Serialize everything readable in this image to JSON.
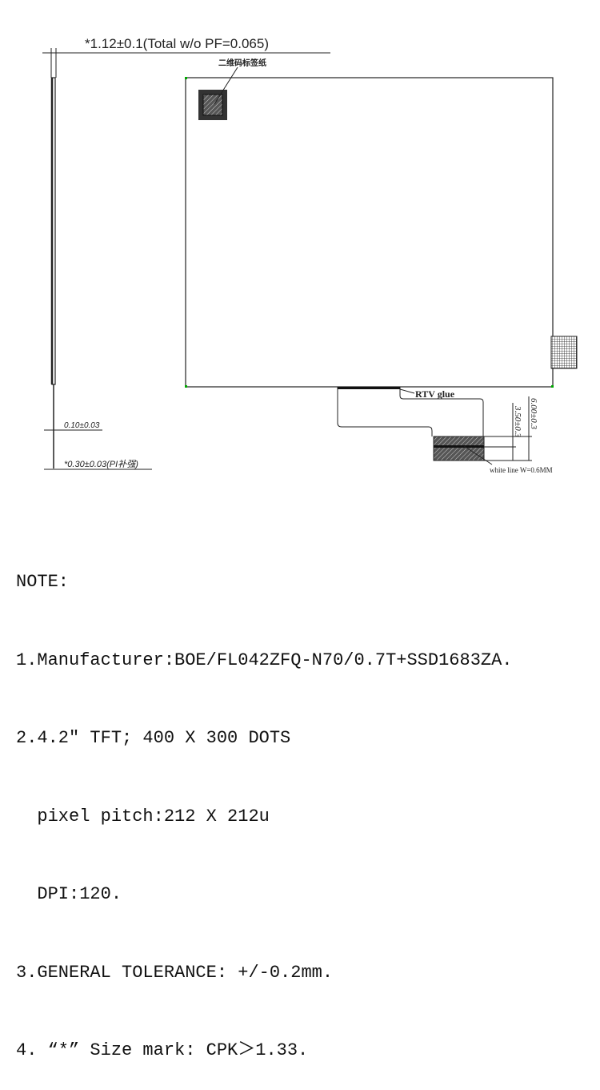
{
  "drawing": {
    "thickness_dim": "*1.12±0.1(Total w/o PF=0.065)",
    "qr_label": "二维码标签纸",
    "dim_010": "0.10±0.03",
    "dim_030": "*0.30±0.03(PI补强)",
    "rtv_label": "RTV glue",
    "dim_350": "3.50±0.3",
    "dim_600": "6.00±0.3",
    "white_line_label": "white line W=0.6MM",
    "colors": {
      "line": "#222222",
      "corner": "#00aa00"
    }
  },
  "notes": {
    "title": "NOTE:",
    "lines": [
      "1.Manufacturer:BOE/FL042ZFQ-N70/0.7T+SSD1683ZA.",
      "2.4.2″ TFT; 400 X 300 DOTS",
      "  pixel pitch:212 X 212u",
      "  DPI:120.",
      "3.GENERAL TOLERANCE: +/-0.2mm.",
      "4. “*” Size mark: CPK＞1.33."
    ]
  }
}
